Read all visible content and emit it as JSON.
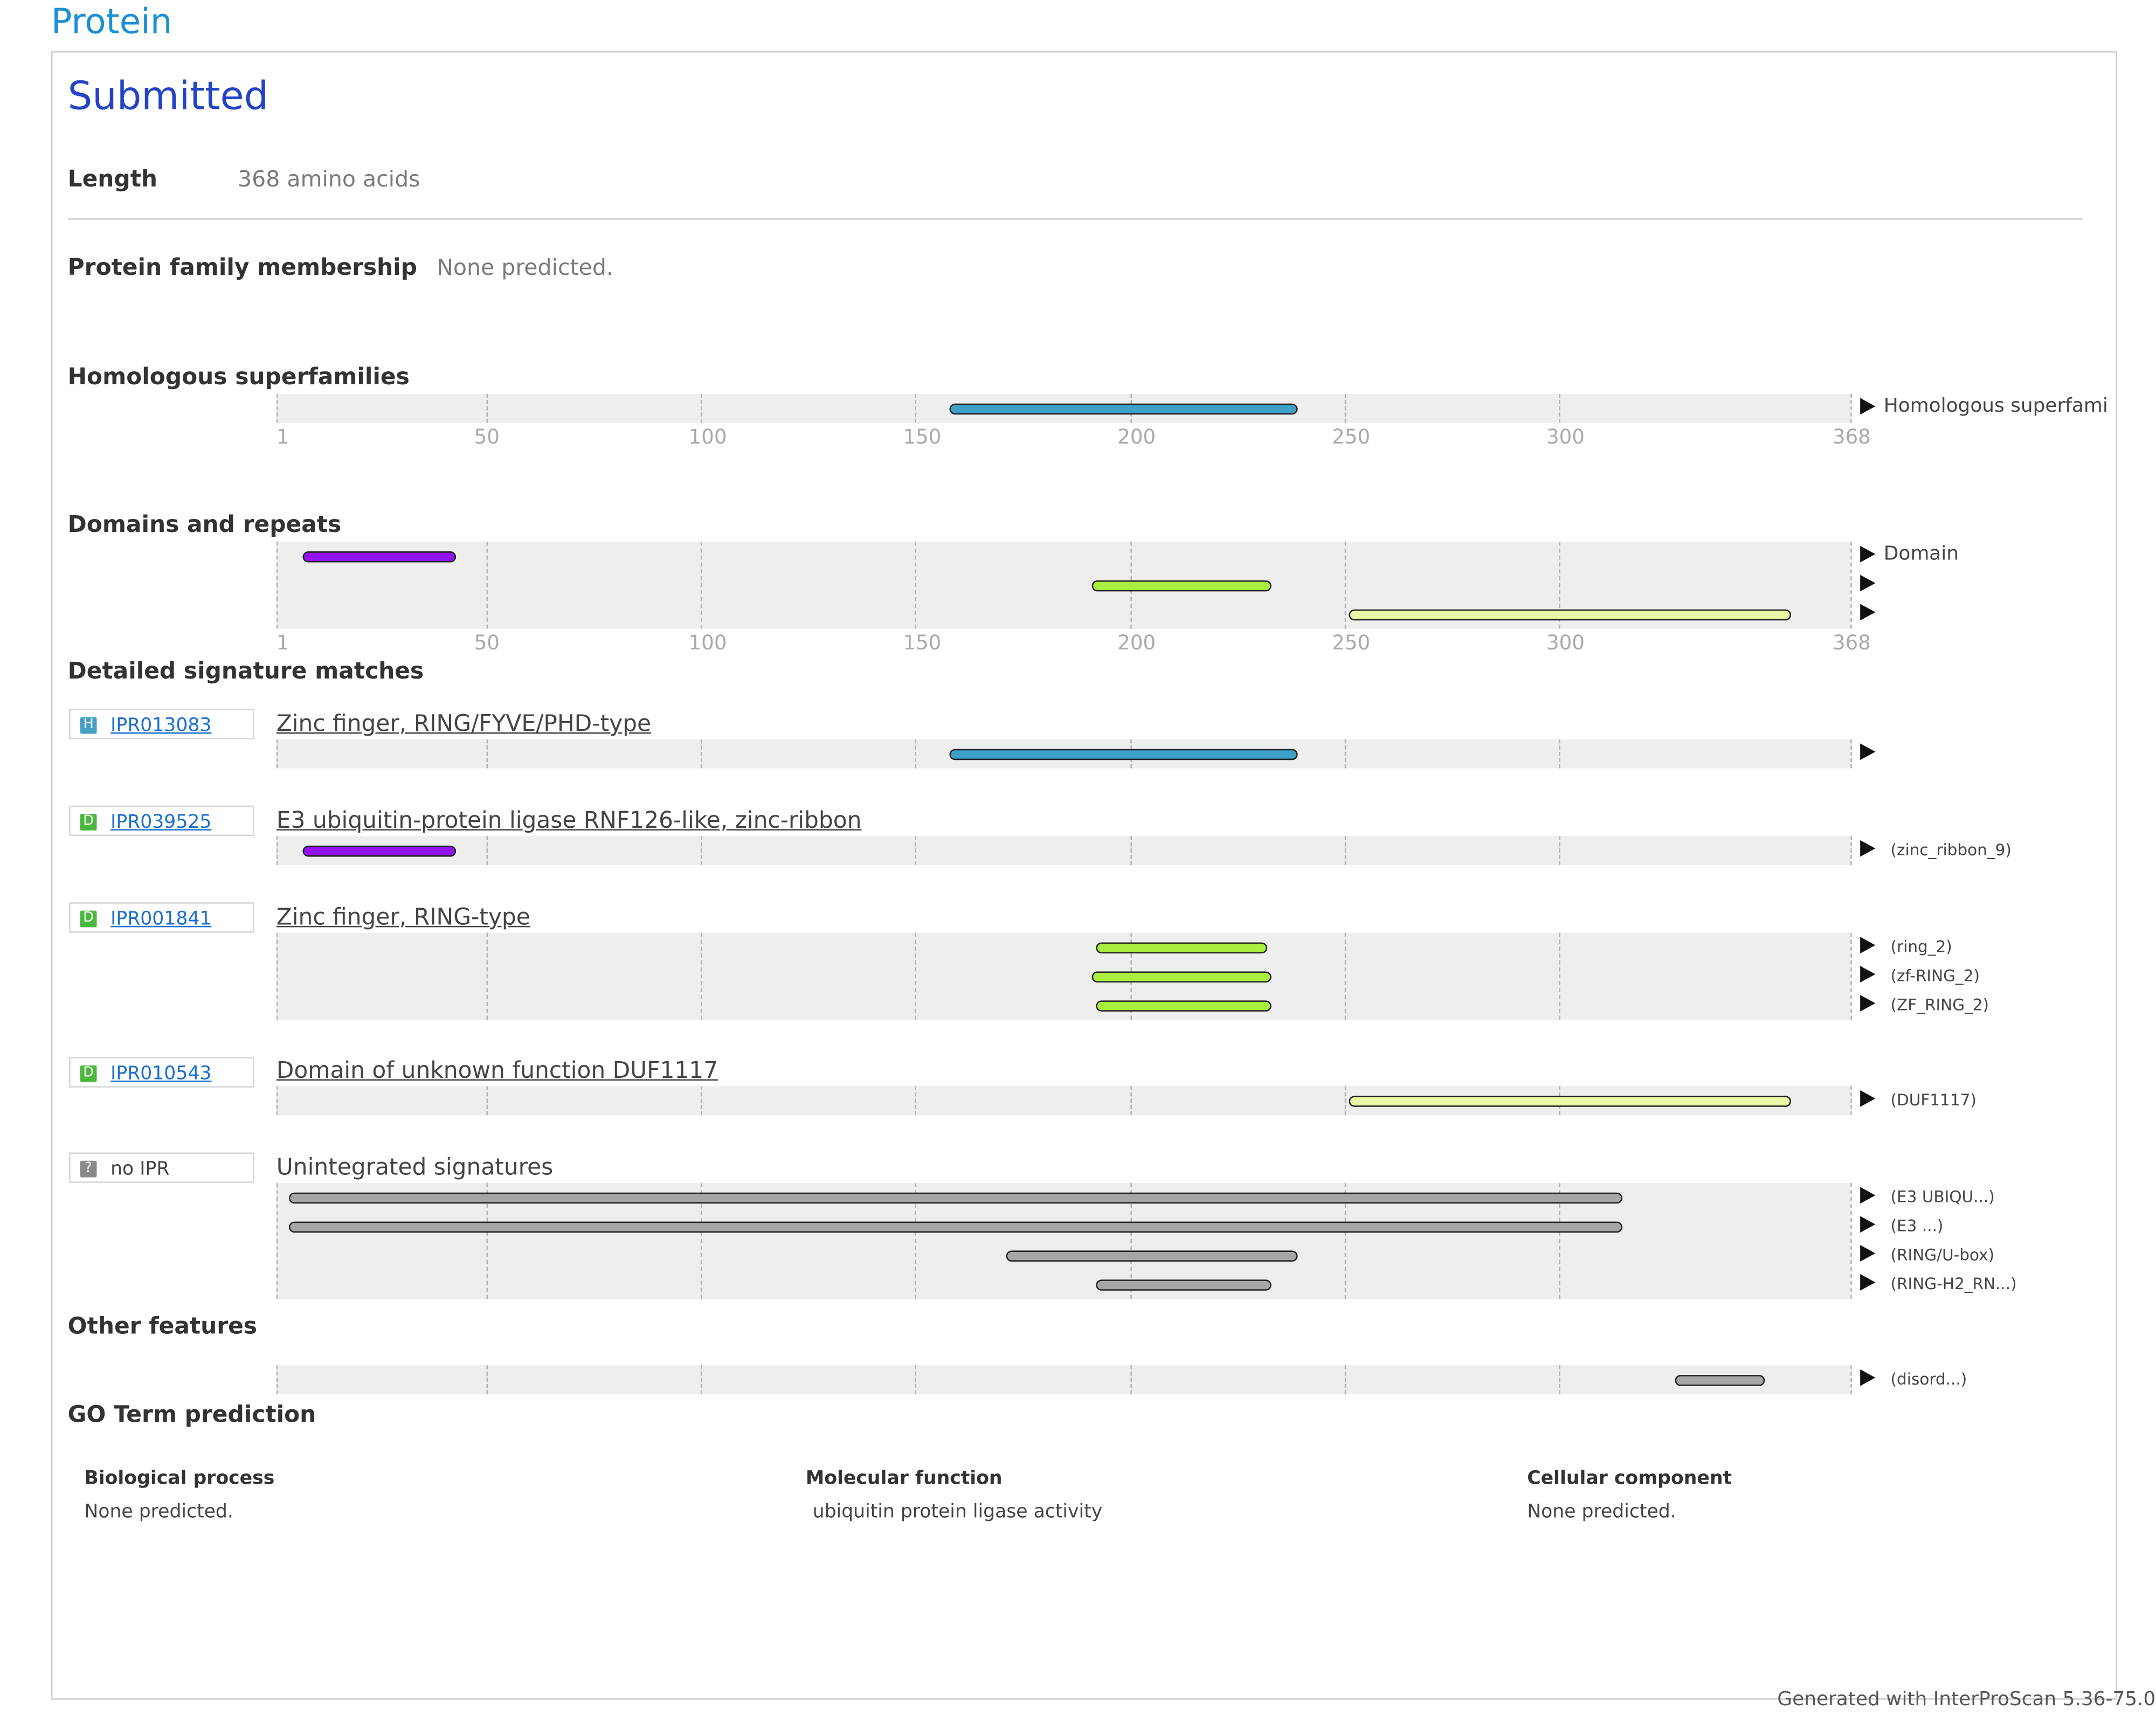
{
  "header": {
    "title": "Protein"
  },
  "protein": {
    "name": "Submitted",
    "length_label": "Length",
    "length_value": "368 amino acids"
  },
  "family": {
    "label": "Protein family membership",
    "value": "None predicted."
  },
  "axis_ticks": [
    "1",
    "50",
    "100",
    "150",
    "200",
    "250",
    "300",
    "368"
  ],
  "axis_tick_positions": [
    1,
    50,
    100,
    150,
    200,
    250,
    300,
    368
  ],
  "sequence_length": 368,
  "sections": {
    "homologous": "Homologous superfamilies",
    "domains": "Domains and repeats",
    "detailed": "Detailed signature matches",
    "other": "Other features",
    "go": "GO Term prediction"
  },
  "overview_tracks": {
    "homologous": {
      "label": "Homologous superfami",
      "bars": [
        {
          "start": 158,
          "end": 239,
          "color": "#3ca0c8"
        }
      ]
    },
    "domains": {
      "label": "Domain",
      "bars": [
        {
          "start": 7,
          "end": 43,
          "color": "#9111ef"
        },
        {
          "start": 191,
          "end": 233,
          "color": "#a8ef3f"
        },
        {
          "start": 251,
          "end": 354,
          "color": "#e8f8a6"
        }
      ]
    }
  },
  "signatures": [
    {
      "ipr": "IPR013083",
      "badge": "H",
      "badge_color": "#45a0c4",
      "title": "Zinc finger, RING/FYVE/PHD-type",
      "rows": [
        {
          "label": "",
          "start": 158,
          "end": 239,
          "color": "#3ca0c8"
        }
      ]
    },
    {
      "ipr": "IPR039525",
      "badge": "D",
      "badge_color": "#4ab83c",
      "title": "E3 ubiquitin-protein ligase RNF126-like, zinc-ribbon",
      "rows": [
        {
          "label": "(zinc_ribbon_9)",
          "start": 7,
          "end": 43,
          "color": "#9111ef"
        }
      ]
    },
    {
      "ipr": "IPR001841",
      "badge": "D",
      "badge_color": "#4ab83c",
      "title": "Zinc finger, RING-type",
      "rows": [
        {
          "label": "(ring_2)",
          "start": 192,
          "end": 232,
          "color": "#a8ef3f"
        },
        {
          "label": "(zf-RING_2)",
          "start": 191,
          "end": 233,
          "color": "#a8ef3f"
        },
        {
          "label": "(ZF_RING_2)",
          "start": 192,
          "end": 233,
          "color": "#a8ef3f"
        }
      ]
    },
    {
      "ipr": "IPR010543",
      "badge": "D",
      "badge_color": "#4ab83c",
      "title": "Domain of unknown function DUF1117",
      "rows": [
        {
          "label": "(DUF1117)",
          "start": 251,
          "end": 354,
          "color": "#e8f8a6"
        }
      ]
    },
    {
      "ipr": "no IPR",
      "badge": "?",
      "badge_color": "#8a8a8a",
      "title": "Unintegrated signatures",
      "rows": [
        {
          "label": "(E3 UBIQU...)",
          "start": 4,
          "end": 315,
          "color": "#a6a6a6"
        },
        {
          "label": "(E3 ...)",
          "start": 4,
          "end": 315,
          "color": "#a6a6a6"
        },
        {
          "label": "(RING/U-box)",
          "start": 171,
          "end": 239,
          "color": "#a6a6a6"
        },
        {
          "label": "(RING-H2_RN...)",
          "start": 192,
          "end": 233,
          "color": "#a6a6a6"
        }
      ]
    }
  ],
  "other_features": {
    "rows": [
      {
        "label": "(disord...)",
        "start": 327,
        "end": 348,
        "color": "#a6a6a6"
      }
    ]
  },
  "go_terms": {
    "bp_label": "Biological process",
    "bp_value": "None predicted.",
    "mf_label": "Molecular function",
    "mf_value": "ubiquitin protein ligase activity",
    "cc_label": "Cellular component",
    "cc_value": "None predicted."
  },
  "footer": "Generated with InterProScan 5.36-75.0"
}
